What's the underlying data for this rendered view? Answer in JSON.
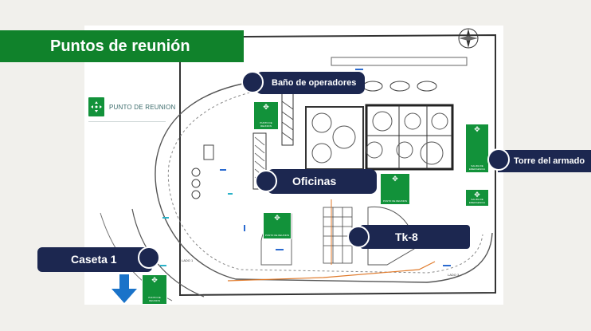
{
  "slide": {
    "title": "Puntos de reunión",
    "accent_color": "#10822b",
    "label_color": "#1c2750"
  },
  "legend": {
    "icon": "assembly-point-icon",
    "text": "PUNTO DE REUNION"
  },
  "map": {
    "compass_icon": "compass-rose-icon",
    "zone_labels": [
      "LADO 1",
      "LADO 3"
    ],
    "exit_sign_text": [
      "SALIDA",
      "DE",
      "EMERGENCIA"
    ],
    "assembly_sign_caption": [
      "PUNTO",
      "DE",
      "REUNION"
    ]
  },
  "points": [
    {
      "id": "bano",
      "label": "Baño de operadores"
    },
    {
      "id": "oficinas",
      "label": "Oficinas"
    },
    {
      "id": "torre",
      "label": "Torre del armado"
    },
    {
      "id": "tk8",
      "label": "Tk-8"
    },
    {
      "id": "caseta",
      "label": "Caseta  1"
    }
  ]
}
